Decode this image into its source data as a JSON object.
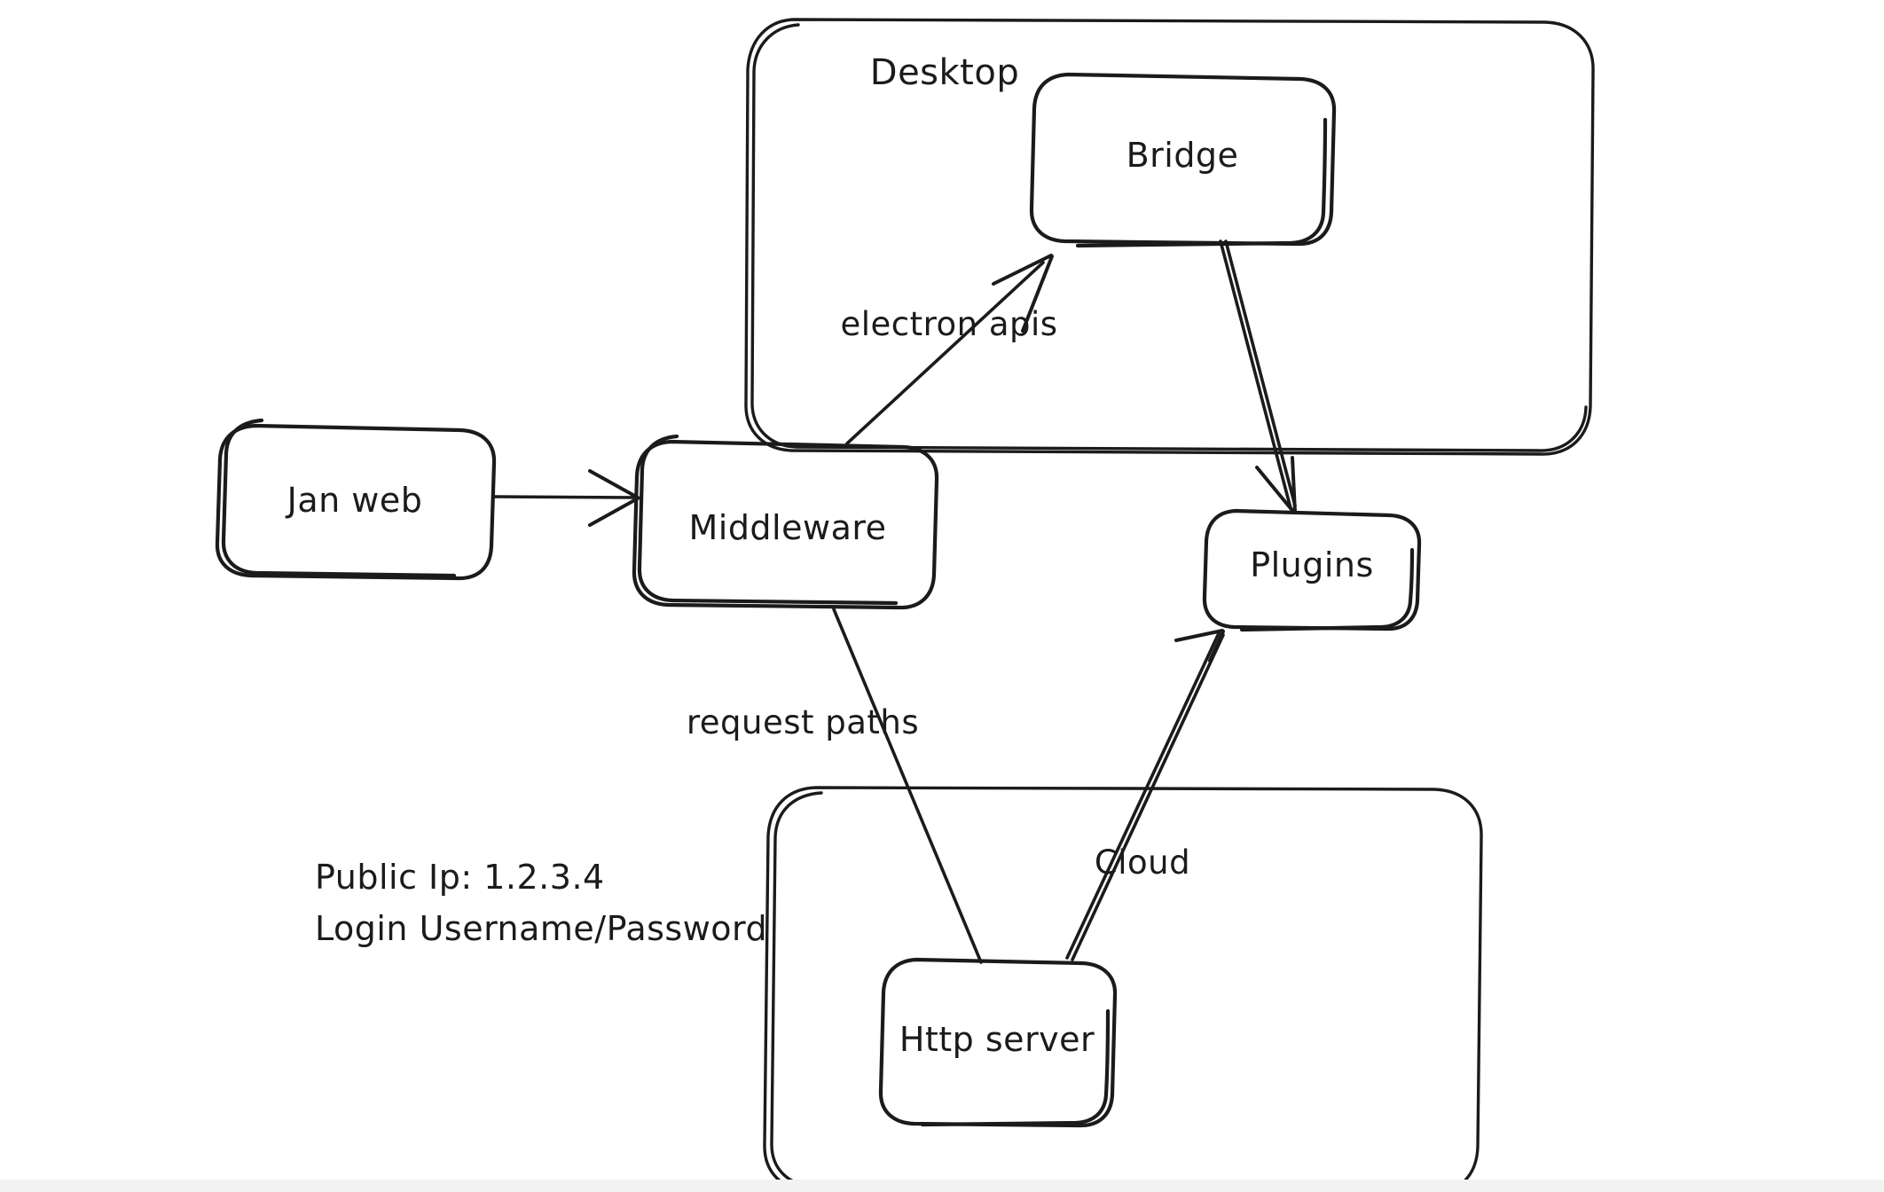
{
  "diagram": {
    "title_hidden": "",
    "background_color": "#ffffff",
    "ink_color": "#1b1b1b",
    "groups": [
      {
        "id": "desktop",
        "label": "Desktop"
      },
      {
        "id": "cloud_group",
        "label": ""
      }
    ],
    "nodes": [
      {
        "id": "jan_web",
        "label": "Jan web"
      },
      {
        "id": "middleware",
        "label": "Middleware"
      },
      {
        "id": "bridge",
        "label": "Bridge"
      },
      {
        "id": "plugins",
        "label": "Plugins"
      },
      {
        "id": "http_server",
        "label": "Http server"
      }
    ],
    "edges": [
      {
        "id": "jan_to_middleware",
        "from": "Jan web",
        "to": "Middleware",
        "label": ""
      },
      {
        "id": "middleware_to_bridge",
        "from": "Middleware",
        "to": "Bridge",
        "label": "electron apis"
      },
      {
        "id": "bridge_to_plugins",
        "from": "Bridge",
        "to": "Plugins",
        "label": ""
      },
      {
        "id": "middleware_to_http",
        "from": "Middleware",
        "to": "Http server",
        "label": "request paths"
      },
      {
        "id": "http_to_plugins",
        "from": "Http server",
        "to": "Plugins",
        "label": "Cloud"
      }
    ],
    "edge_labels": {
      "electron_apis": "electron apis",
      "request_paths": "request paths",
      "cloud": "Cloud"
    },
    "notes": {
      "line1": "Public Ip: 1.2.3.4",
      "line2": "Login Username/Password"
    }
  }
}
